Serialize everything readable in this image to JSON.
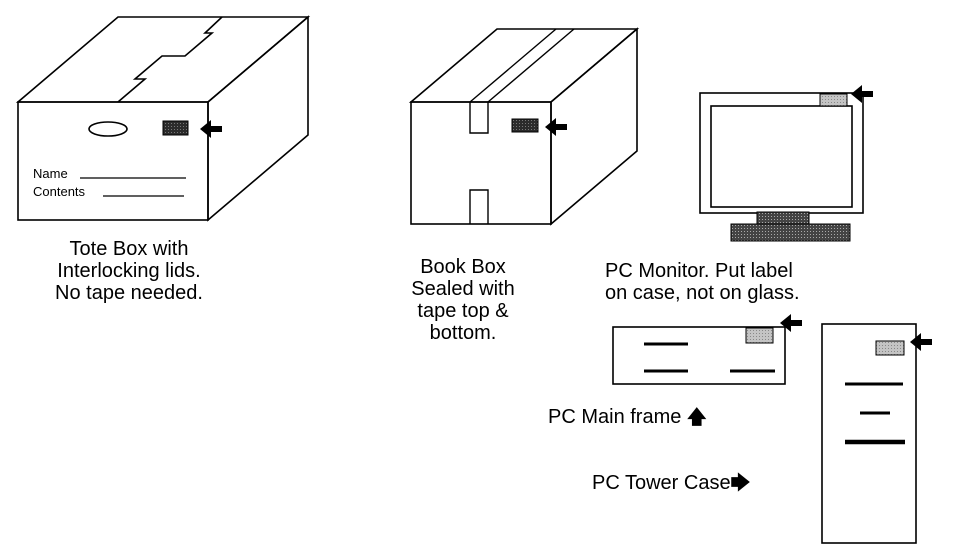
{
  "tote_box": {
    "caption_lines": [
      "Tote Box with",
      "Interlocking lids.",
      "No tape needed."
    ],
    "name_label": "Name",
    "contents_label": "Contents"
  },
  "book_box": {
    "caption_lines": [
      "Book Box",
      "Sealed with",
      "tape top &",
      "bottom."
    ]
  },
  "pc_monitor": {
    "caption_lines": [
      "PC Monitor.  Put label",
      "on case, not on glass."
    ]
  },
  "pc_main_frame": {
    "caption": "PC Main frame",
    "arrow_glyph": "🡅"
  },
  "pc_tower": {
    "caption": "PC Tower Case",
    "arrow_glyph": "🡆"
  },
  "icons": [
    "label-arrow-icon",
    "label-patch",
    "hand-hole"
  ],
  "colors": {
    "ink": "#000000",
    "label_dark": "#2b2b2b",
    "label_light": "#b8b8b8",
    "paper": "#ffffff"
  }
}
